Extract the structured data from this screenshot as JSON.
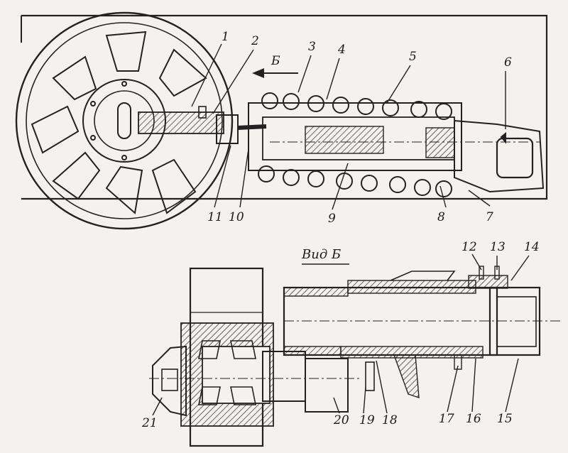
{
  "figure": {
    "view_title": "Вид Б",
    "arrow_label": "Б",
    "callouts": {
      "c1": "1",
      "c2": "2",
      "c3": "3",
      "c4": "4",
      "c5": "5",
      "c6": "6",
      "c7": "7",
      "c8": "8",
      "c9": "9",
      "c10": "10",
      "c11": "11",
      "c12": "12",
      "c13": "13",
      "c14": "14",
      "c15": "15",
      "c16": "16",
      "c17": "17",
      "c18": "18",
      "c19": "19",
      "c20": "20",
      "c21": "21"
    }
  }
}
